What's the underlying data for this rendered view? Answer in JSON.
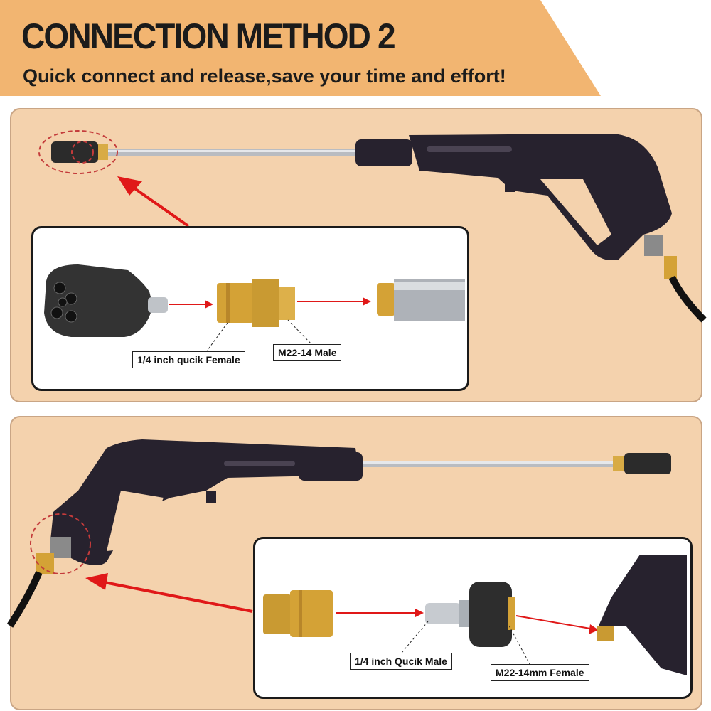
{
  "header": {
    "title": "CONNECTION METHOD 2",
    "subtitle": "Quick connect and release,save your time and effort!"
  },
  "panel_top": {
    "labels": {
      "female": "1/4 inch qucik Female",
      "male": "M22-14 Male"
    }
  },
  "panel_bottom": {
    "labels": {
      "male": "1/4 inch Qucik Male",
      "female": "M22-14mm Female"
    }
  },
  "colors": {
    "banner": "#f2b571",
    "panel": "#f4d2ad",
    "arrow": "#e01818",
    "gun": "#27222e",
    "brass": "#d4a236"
  }
}
